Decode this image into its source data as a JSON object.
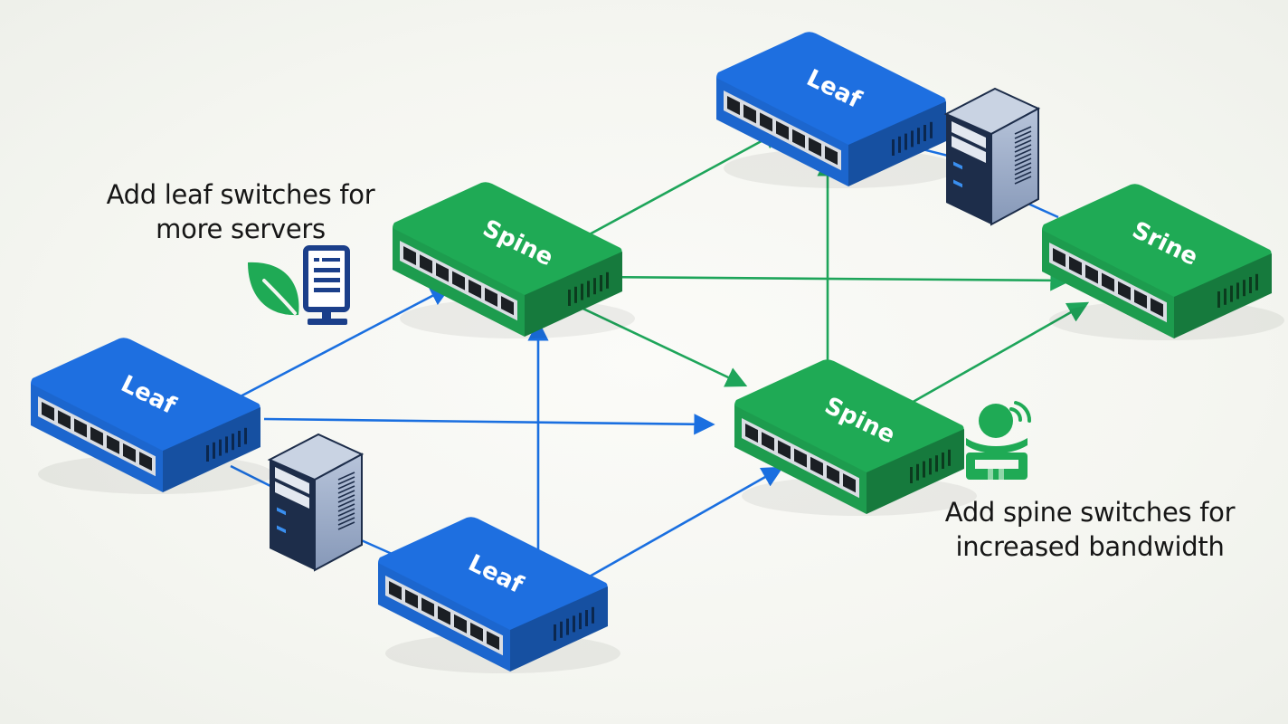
{
  "title": "Leaf-spine network topology",
  "colors": {
    "leaf": "#1e6fe0",
    "spine": "#1faa55",
    "leaf_link": "#1a6fe0",
    "spine_link": "#1ea55a",
    "server_body": "#9fb0cc",
    "server_dark": "#1d2d4a",
    "icon_navy": "#1b3f8a",
    "icon_green": "#1faa55"
  },
  "switches": [
    {
      "id": "leaf-top",
      "type": "leaf",
      "label": "Leaf"
    },
    {
      "id": "leaf-left",
      "type": "leaf",
      "label": "Leaf"
    },
    {
      "id": "leaf-bottom",
      "type": "leaf",
      "label": "Leaf"
    },
    {
      "id": "spine-left",
      "type": "spine",
      "label": "Spine"
    },
    {
      "id": "spine-center",
      "type": "spine",
      "label": "Spine"
    },
    {
      "id": "spine-right",
      "type": "spine",
      "label": "Srine"
    }
  ],
  "servers": [
    {
      "id": "server-top",
      "attached_to": "leaf-top"
    },
    {
      "id": "server-bottom",
      "attached_to": "leaf-left"
    }
  ],
  "links": [
    {
      "from": "spine-left",
      "to": "leaf-top",
      "kind": "spine"
    },
    {
      "from": "spine-left",
      "to": "spine-right",
      "kind": "spine"
    },
    {
      "from": "spine-left",
      "to": "spine-center",
      "kind": "spine"
    },
    {
      "from": "spine-center",
      "to": "leaf-top",
      "kind": "spine"
    },
    {
      "from": "spine-center",
      "to": "spine-right",
      "kind": "spine"
    },
    {
      "from": "leaf-left",
      "to": "spine-left",
      "kind": "leaf"
    },
    {
      "from": "leaf-left",
      "to": "spine-center",
      "kind": "leaf"
    },
    {
      "from": "leaf-bottom",
      "to": "spine-left",
      "kind": "leaf"
    },
    {
      "from": "leaf-bottom",
      "to": "spine-center",
      "kind": "leaf"
    }
  ],
  "captions": {
    "leaf": {
      "line1": "Add leaf switches for",
      "line2": "more servers",
      "icons": [
        "leaf-icon",
        "server-icon"
      ]
    },
    "spine": {
      "line1": "Add spine switches for",
      "line2": "increased bandwidth",
      "icons": [
        "wireless-hub-icon"
      ]
    }
  }
}
